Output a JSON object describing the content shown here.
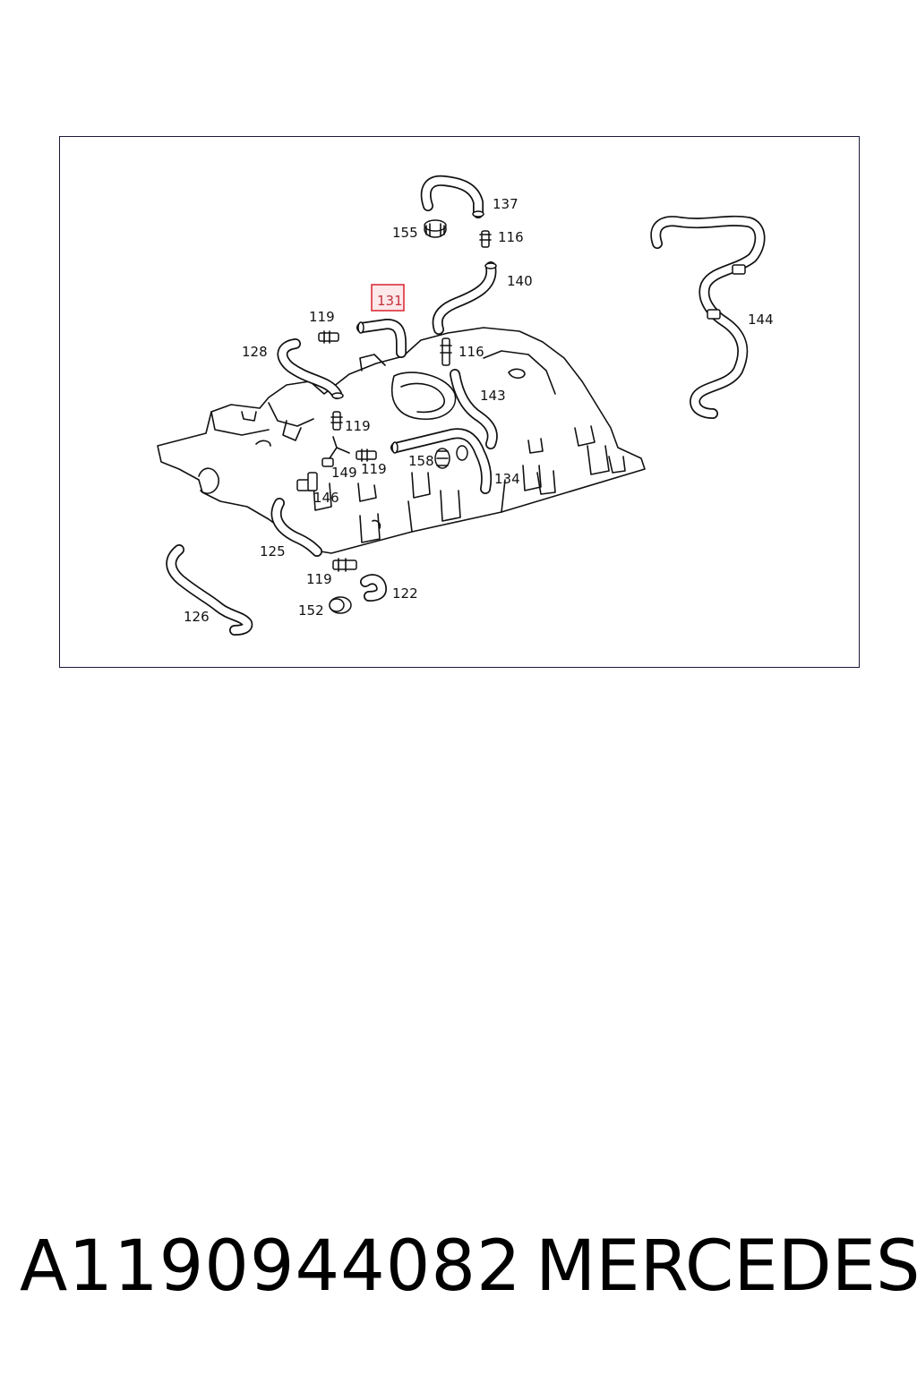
{
  "diagram": {
    "highlighted": "131",
    "callouts": [
      {
        "id": "137",
        "label": "137"
      },
      {
        "id": "155",
        "label": "155"
      },
      {
        "id": "116a",
        "label": "116"
      },
      {
        "id": "140",
        "label": "140"
      },
      {
        "id": "131",
        "label": "131"
      },
      {
        "id": "119a",
        "label": "119"
      },
      {
        "id": "128",
        "label": "128"
      },
      {
        "id": "116b",
        "label": "116"
      },
      {
        "id": "143",
        "label": "143"
      },
      {
        "id": "144",
        "label": "144"
      },
      {
        "id": "119b",
        "label": "119"
      },
      {
        "id": "158",
        "label": "158"
      },
      {
        "id": "149",
        "label": "149"
      },
      {
        "id": "119c",
        "label": "119"
      },
      {
        "id": "134",
        "label": "134"
      },
      {
        "id": "146",
        "label": "146"
      },
      {
        "id": "125",
        "label": "125"
      },
      {
        "id": "119d",
        "label": "119"
      },
      {
        "id": "122",
        "label": "122"
      },
      {
        "id": "126",
        "label": "126"
      },
      {
        "id": "152",
        "label": "152"
      }
    ]
  },
  "footer": {
    "part_number": "A1190944082",
    "brand": "MERCEDES"
  },
  "colors": {
    "highlight_stroke": "#d9232e",
    "highlight_fill": "#fde8ea",
    "line": "#111111"
  }
}
